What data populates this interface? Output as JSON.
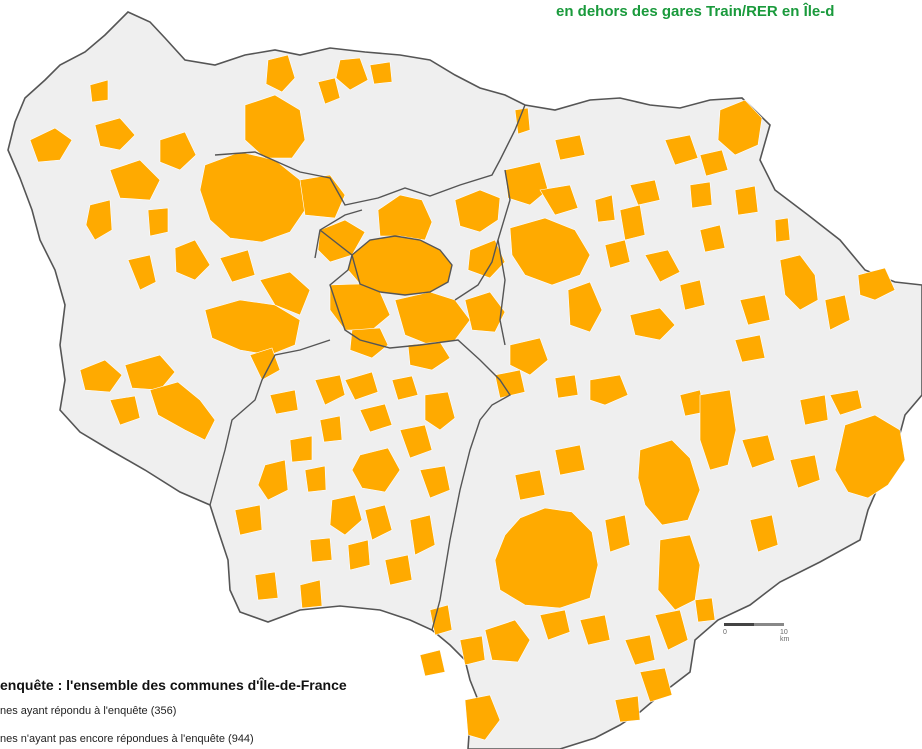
{
  "header": {
    "title": "en dehors des gares Train/RER en Île-d"
  },
  "legend": {
    "title": "enquête : l'ensemble des communes d'Île-de-France",
    "items": [
      {
        "label": "nes ayant répondu à l'enquête (356)",
        "color": "#FFAA00"
      },
      {
        "label": "nes n'ayant pas encore répondues à l'enquête (944)",
        "color": "#EFEFEF"
      }
    ]
  },
  "scale_bar": {
    "start_label": "0",
    "end_label": "10 km"
  },
  "colors": {
    "responded": "#FFAA00",
    "not_responded": "#EFEFEF",
    "boundary": "#555555",
    "title": "#1A9A3C"
  }
}
